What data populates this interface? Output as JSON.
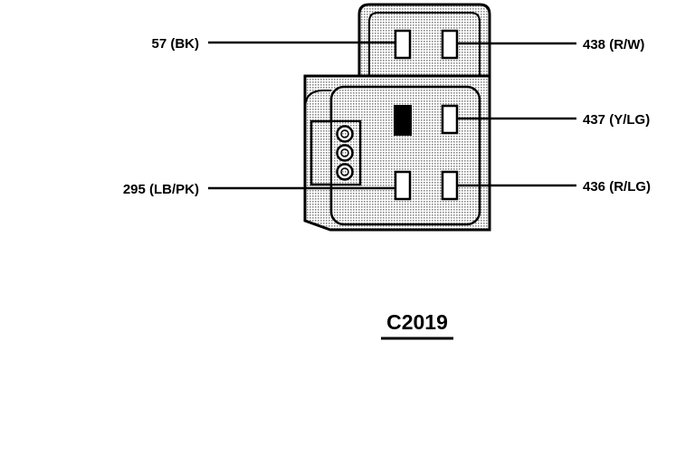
{
  "connector": {
    "id": "C2019",
    "colors": {
      "ink": "#000000",
      "shade": "#d4d4d4",
      "background": "#ffffff"
    }
  },
  "wires": [
    {
      "label": "57 (BK)"
    },
    {
      "label": "438 (R/W)"
    },
    {
      "label": "437 (Y/LG)"
    },
    {
      "label": "295 (LB/PK)"
    },
    {
      "label": "436 (R/LG)"
    }
  ]
}
